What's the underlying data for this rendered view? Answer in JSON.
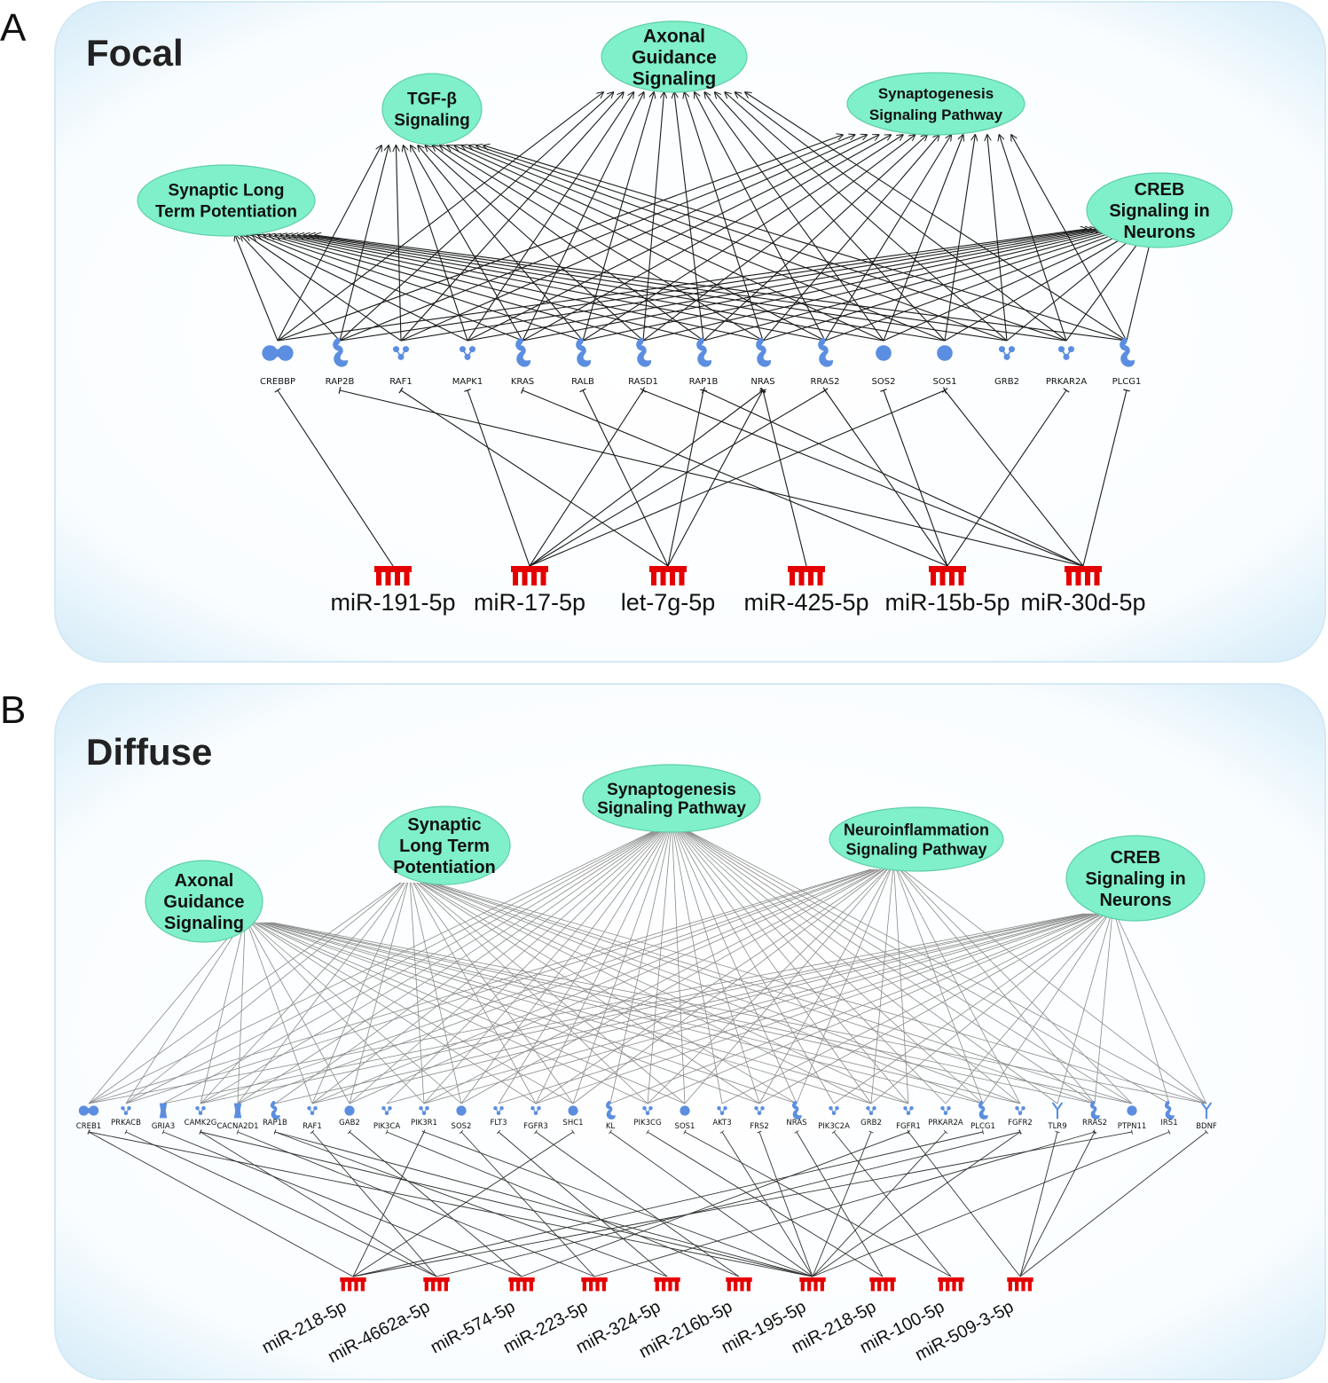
{
  "colors": {
    "pathway_fill": "#7ff0c9",
    "pathway_stroke": "#5fcfa8",
    "gene_node": "#5b8ee0",
    "mirna_node": "#e50000",
    "panel_background": "#eef7fc"
  },
  "panels": [
    {
      "letter": "A",
      "title": "Focal",
      "pathways": [
        {
          "id": "TGF",
          "lines": [
            "TGF-β",
            "Signaling"
          ]
        },
        {
          "id": "AXG",
          "lines": [
            "Axonal",
            "Guidance",
            "Signaling"
          ]
        },
        {
          "id": "SYN",
          "lines": [
            "Synaptogenesis",
            "Signaling Pathway"
          ]
        },
        {
          "id": "LTP",
          "lines": [
            "Synaptic Long",
            "Term Potentiation"
          ]
        },
        {
          "id": "CREB",
          "lines": [
            "CREB",
            "Signaling in",
            "Neurons"
          ]
        }
      ],
      "genes": [
        {
          "name": "CREBBP",
          "icon": "dumbbell-icon"
        },
        {
          "name": "RAP2B",
          "icon": "enzyme-icon"
        },
        {
          "name": "RAF1",
          "icon": "kinase-icon"
        },
        {
          "name": "MAPK1",
          "icon": "kinase-icon"
        },
        {
          "name": "KRAS",
          "icon": "enzyme-icon"
        },
        {
          "name": "RALB",
          "icon": "enzyme-icon"
        },
        {
          "name": "RASD1",
          "icon": "enzyme-icon"
        },
        {
          "name": "RAP1B",
          "icon": "enzyme-icon"
        },
        {
          "name": "NRAS",
          "icon": "enzyme-icon"
        },
        {
          "name": "RRAS2",
          "icon": "enzyme-icon"
        },
        {
          "name": "SOS2",
          "icon": "circle-icon"
        },
        {
          "name": "SOS1",
          "icon": "circle-icon"
        },
        {
          "name": "GRB2",
          "icon": "kinase-icon"
        },
        {
          "name": "PRKAR2A",
          "icon": "kinase-icon"
        },
        {
          "name": "PLCG1",
          "icon": "enzyme-icon"
        }
      ],
      "mirnas": [
        "miR-191-5p",
        "miR-17-5p",
        "let-7g-5p",
        "miR-425-5p",
        "miR-15b-5p",
        "miR-30d-5p"
      ],
      "targets": [
        [
          "miR-191-5p",
          "CREBBP"
        ],
        [
          "miR-17-5p",
          "MAPK1"
        ],
        [
          "miR-17-5p",
          "RASD1"
        ],
        [
          "miR-17-5p",
          "SOS1"
        ],
        [
          "miR-17-5p",
          "NRAS"
        ],
        [
          "miR-17-5p",
          "RRAS2"
        ],
        [
          "let-7g-5p",
          "RALB"
        ],
        [
          "let-7g-5p",
          "RAP1B"
        ],
        [
          "let-7g-5p",
          "RAF1"
        ],
        [
          "let-7g-5p",
          "NRAS"
        ],
        [
          "miR-425-5p",
          "NRAS"
        ],
        [
          "miR-15b-5p",
          "SOS2"
        ],
        [
          "miR-15b-5p",
          "PRKAR2A"
        ],
        [
          "miR-15b-5p",
          "KRAS"
        ],
        [
          "miR-15b-5p",
          "RRAS2"
        ],
        [
          "miR-30d-5p",
          "RAP2B"
        ],
        [
          "miR-30d-5p",
          "RASD1"
        ],
        [
          "miR-30d-5p",
          "SOS1"
        ],
        [
          "miR-30d-5p",
          "RAP1B"
        ],
        [
          "miR-30d-5p",
          "PLCG1"
        ]
      ]
    },
    {
      "letter": "B",
      "title": "Diffuse",
      "pathways": [
        {
          "id": "AXG",
          "lines": [
            "Axonal",
            "Guidance",
            "Signaling"
          ]
        },
        {
          "id": "LTP",
          "lines": [
            "Synaptic",
            "Long Term",
            "Potentiation"
          ]
        },
        {
          "id": "SYN",
          "lines": [
            "Synaptogenesis",
            "Signaling Pathway"
          ]
        },
        {
          "id": "NEU",
          "lines": [
            "Neuroinflammation",
            "Signaling Pathway"
          ]
        },
        {
          "id": "CREB",
          "lines": [
            "CREB",
            "Signaling in",
            "Neurons"
          ]
        }
      ],
      "genes": [
        {
          "name": "CREB1",
          "icon": "dumbbell-icon"
        },
        {
          "name": "PRKACB",
          "icon": "kinase-icon"
        },
        {
          "name": "GRIA3",
          "icon": "channel-icon"
        },
        {
          "name": "CAMK2G",
          "icon": "kinase-icon"
        },
        {
          "name": "CACNA2D1",
          "icon": "channel-icon"
        },
        {
          "name": "RAP1B",
          "icon": "enzyme-icon"
        },
        {
          "name": "RAF1",
          "icon": "kinase-icon"
        },
        {
          "name": "GAB2",
          "icon": "circle-icon"
        },
        {
          "name": "PIK3CA",
          "icon": "kinase-icon"
        },
        {
          "name": "PIK3R1",
          "icon": "kinase-icon"
        },
        {
          "name": "SOS2",
          "icon": "circle-icon"
        },
        {
          "name": "FLT3",
          "icon": "kinase-icon"
        },
        {
          "name": "FGFR3",
          "icon": "kinase-icon"
        },
        {
          "name": "SHC1",
          "icon": "circle-icon"
        },
        {
          "name": "KL",
          "icon": "enzyme-icon"
        },
        {
          "name": "PIK3CG",
          "icon": "kinase-icon"
        },
        {
          "name": "SOS1",
          "icon": "circle-icon"
        },
        {
          "name": "AKT3",
          "icon": "kinase-icon"
        },
        {
          "name": "FRS2",
          "icon": "kinase-icon"
        },
        {
          "name": "NRAS",
          "icon": "enzyme-icon"
        },
        {
          "name": "PIK3C2A",
          "icon": "kinase-icon"
        },
        {
          "name": "GRB2",
          "icon": "kinase-icon"
        },
        {
          "name": "FGFR1",
          "icon": "kinase-icon"
        },
        {
          "name": "PRKAR2A",
          "icon": "kinase-icon"
        },
        {
          "name": "PLCG1",
          "icon": "enzyme-icon"
        },
        {
          "name": "FGFR2",
          "icon": "kinase-icon"
        },
        {
          "name": "TLR9",
          "icon": "receptor-icon"
        },
        {
          "name": "RRAS2",
          "icon": "enzyme-icon"
        },
        {
          "name": "PTPN11",
          "icon": "circle-icon"
        },
        {
          "name": "IRS1",
          "icon": "enzyme-icon"
        },
        {
          "name": "BDNF",
          "icon": "receptor-icon"
        }
      ],
      "mirnas": [
        "miR-218-5p",
        "miR-4662a-5p",
        "miR-574-5p",
        "miR-223-5p",
        "miR-324-5p",
        "miR-216b-5p",
        "miR-195-5p",
        "miR-218-5p",
        "miR-100-5p",
        "miR-509-3-5p"
      ]
    }
  ]
}
